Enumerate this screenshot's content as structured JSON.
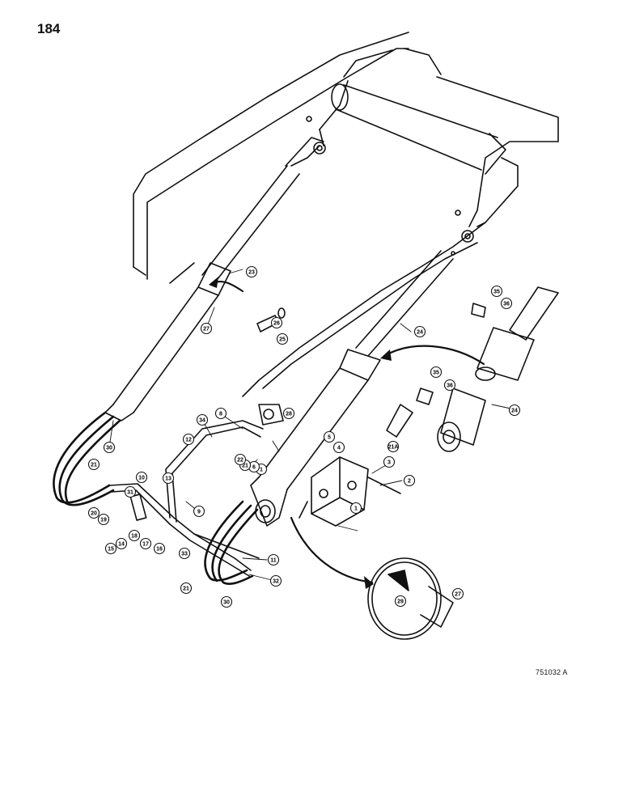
{
  "page_number": "184",
  "drawing_code": "751032 A",
  "callouts": [
    "1",
    "1",
    "2",
    "3",
    "4",
    "5",
    "6",
    "8",
    "9",
    "10",
    "11",
    "12",
    "13",
    "14",
    "15",
    "16",
    "17",
    "18",
    "19",
    "20",
    "21",
    "21",
    "21",
    "21A",
    "22",
    "23",
    "24",
    "24",
    "25",
    "26",
    "27",
    "27",
    "28",
    "29",
    "30",
    "30",
    "31",
    "32",
    "33",
    "34",
    "35",
    "35",
    "36",
    "36"
  ]
}
